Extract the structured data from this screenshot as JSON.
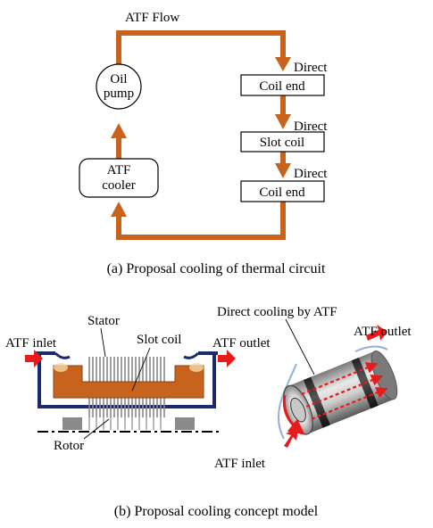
{
  "part_a": {
    "flow_label": "ATF Flow",
    "pump_label_line1": "Oil",
    "pump_label_line2": "pump",
    "cooler_label_line1": "ATF",
    "cooler_label_line2": "cooler",
    "direct_label": "Direct",
    "box1": "Coil end",
    "box2": "Slot coil",
    "box3": "Coil end",
    "caption": "(a) Proposal cooling of thermal circuit"
  },
  "part_b": {
    "stator_label": "Stator",
    "slot_coil_label": "Slot coil",
    "inlet_label": "ATF inlet",
    "outlet_label": "ATF outlet",
    "rotor_label": "Rotor",
    "direct_cooling_label": "Direct cooling by ATF",
    "model_outlet_label": "ATF outlet",
    "model_inlet_label": "ATF inlet",
    "caption": "(b) Proposal cooling concept model"
  },
  "colors": {
    "flow": "#c8631e",
    "coil": "#c8631e",
    "housing": "#1a2a6c",
    "arrow_red": "#e81a1a"
  }
}
